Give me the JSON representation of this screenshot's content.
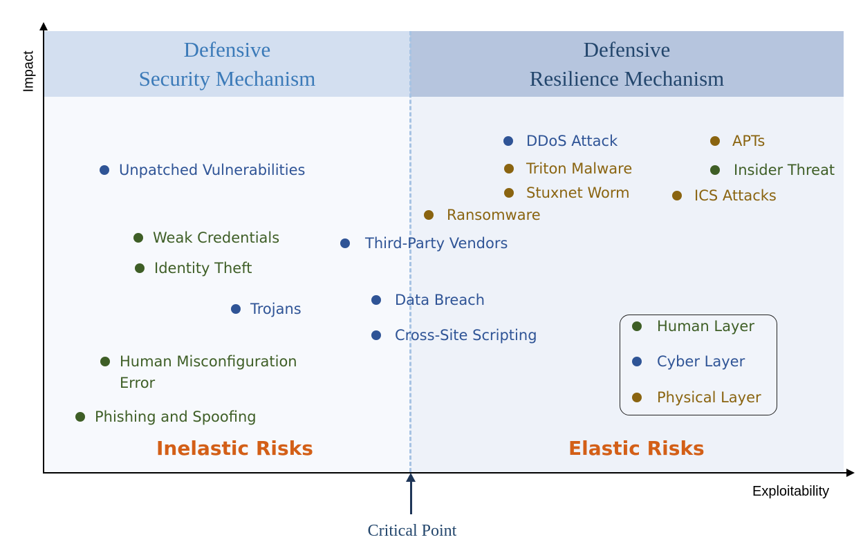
{
  "axes": {
    "y_label": "Impact",
    "x_label": "Exploitability"
  },
  "headers": {
    "left": "Defensive\nSecurity Mechanism",
    "right": "Defensive\nResilience Mechanism"
  },
  "regions": {
    "left": "Inelastic Risks",
    "right": "Elastic Risks"
  },
  "critical_point": "Critical Point",
  "colors": {
    "cyber": "#2f5496",
    "human": "#3e5e26",
    "physical": "#8a6410",
    "risk_label": "#d35f17"
  },
  "risks": [
    {
      "label": "Unpatched Vulnerabilities",
      "layer": "cyber"
    },
    {
      "label": "Weak Credentials",
      "layer": "human"
    },
    {
      "label": "Identity Theft",
      "layer": "human"
    },
    {
      "label": "Trojans",
      "layer": "cyber"
    },
    {
      "label": "Human Misconfiguration Error",
      "layer": "human"
    },
    {
      "label": "Phishing and Spoofing",
      "layer": "human"
    },
    {
      "label": "Third-Party Vendors",
      "layer": "cyber"
    },
    {
      "label": "Data Breach",
      "layer": "cyber"
    },
    {
      "label": "Cross-Site Scripting",
      "layer": "cyber"
    },
    {
      "label": "Ransomware",
      "layer": "physical"
    },
    {
      "label": "DDoS Attack",
      "layer": "cyber"
    },
    {
      "label": "Triton Malware",
      "layer": "physical"
    },
    {
      "label": "Stuxnet Worm",
      "layer": "physical"
    },
    {
      "label": "APTs",
      "layer": "physical"
    },
    {
      "label": "Insider Threat",
      "layer": "human"
    },
    {
      "label": "ICS Attacks",
      "layer": "physical"
    }
  ],
  "legend": [
    {
      "label": "Human Layer",
      "layer": "human"
    },
    {
      "label": "Cyber Layer",
      "layer": "cyber"
    },
    {
      "label": "Physical Layer",
      "layer": "physical"
    }
  ]
}
